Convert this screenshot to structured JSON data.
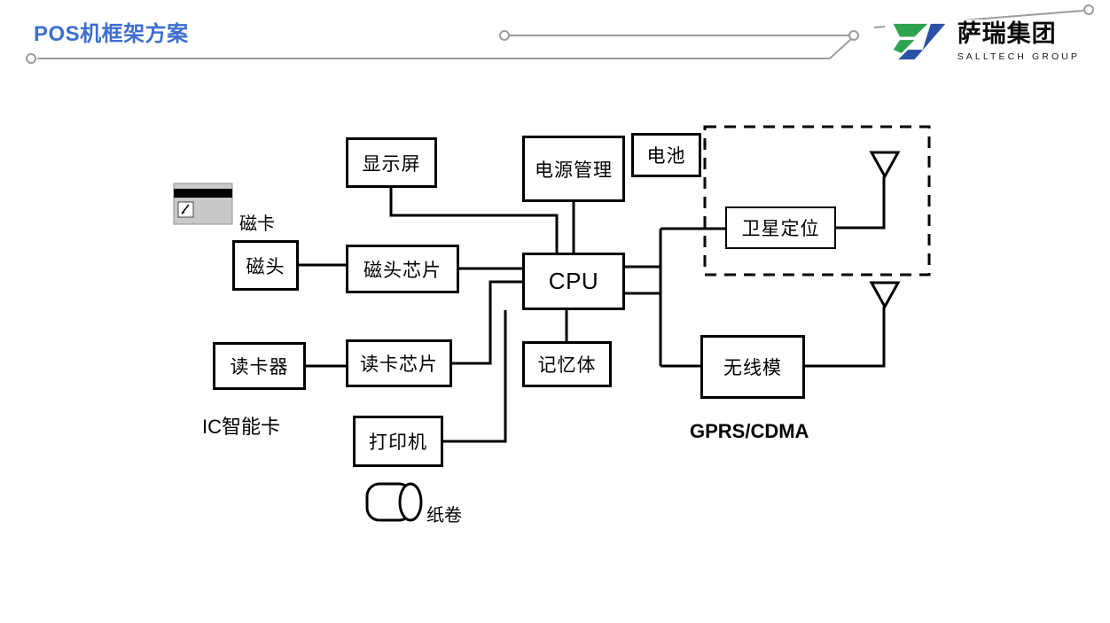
{
  "header": {
    "title": "POS机框架方案",
    "logo": {
      "company": "萨瑞集团",
      "subtitle": "SALLTECH GROUP"
    }
  },
  "colors": {
    "title_blue": "#3E6ED0",
    "logo_green": "#2EA24D",
    "logo_blue": "#2A51A3",
    "deco_line_gray": "#9C9CA0",
    "diagram_line": "#000000",
    "card_gray": "#c9c9c9"
  },
  "diagram": {
    "boxes": {
      "display": "显示屏",
      "power": "电源管理",
      "battery": "电池",
      "satellite": "卫星定位",
      "mag_head": "磁头",
      "mag_chip": "磁头芯片",
      "cpu": "CPU",
      "card_reader": "读卡器",
      "reader_chip": "读卡芯片",
      "memory": "记忆体",
      "wireless": "无线模",
      "printer": "打印机"
    },
    "labels": {
      "mag_card": "磁卡",
      "ic_card": "IC智能卡",
      "network": "GPRS/CDMA",
      "paper_roll": "纸卷"
    },
    "icons": {
      "magnetic_card": "magnetic-card-icon",
      "paper_roll": "paper-roll-icon",
      "antenna_top": "antenna-icon",
      "antenna_bottom": "antenna-icon"
    }
  }
}
